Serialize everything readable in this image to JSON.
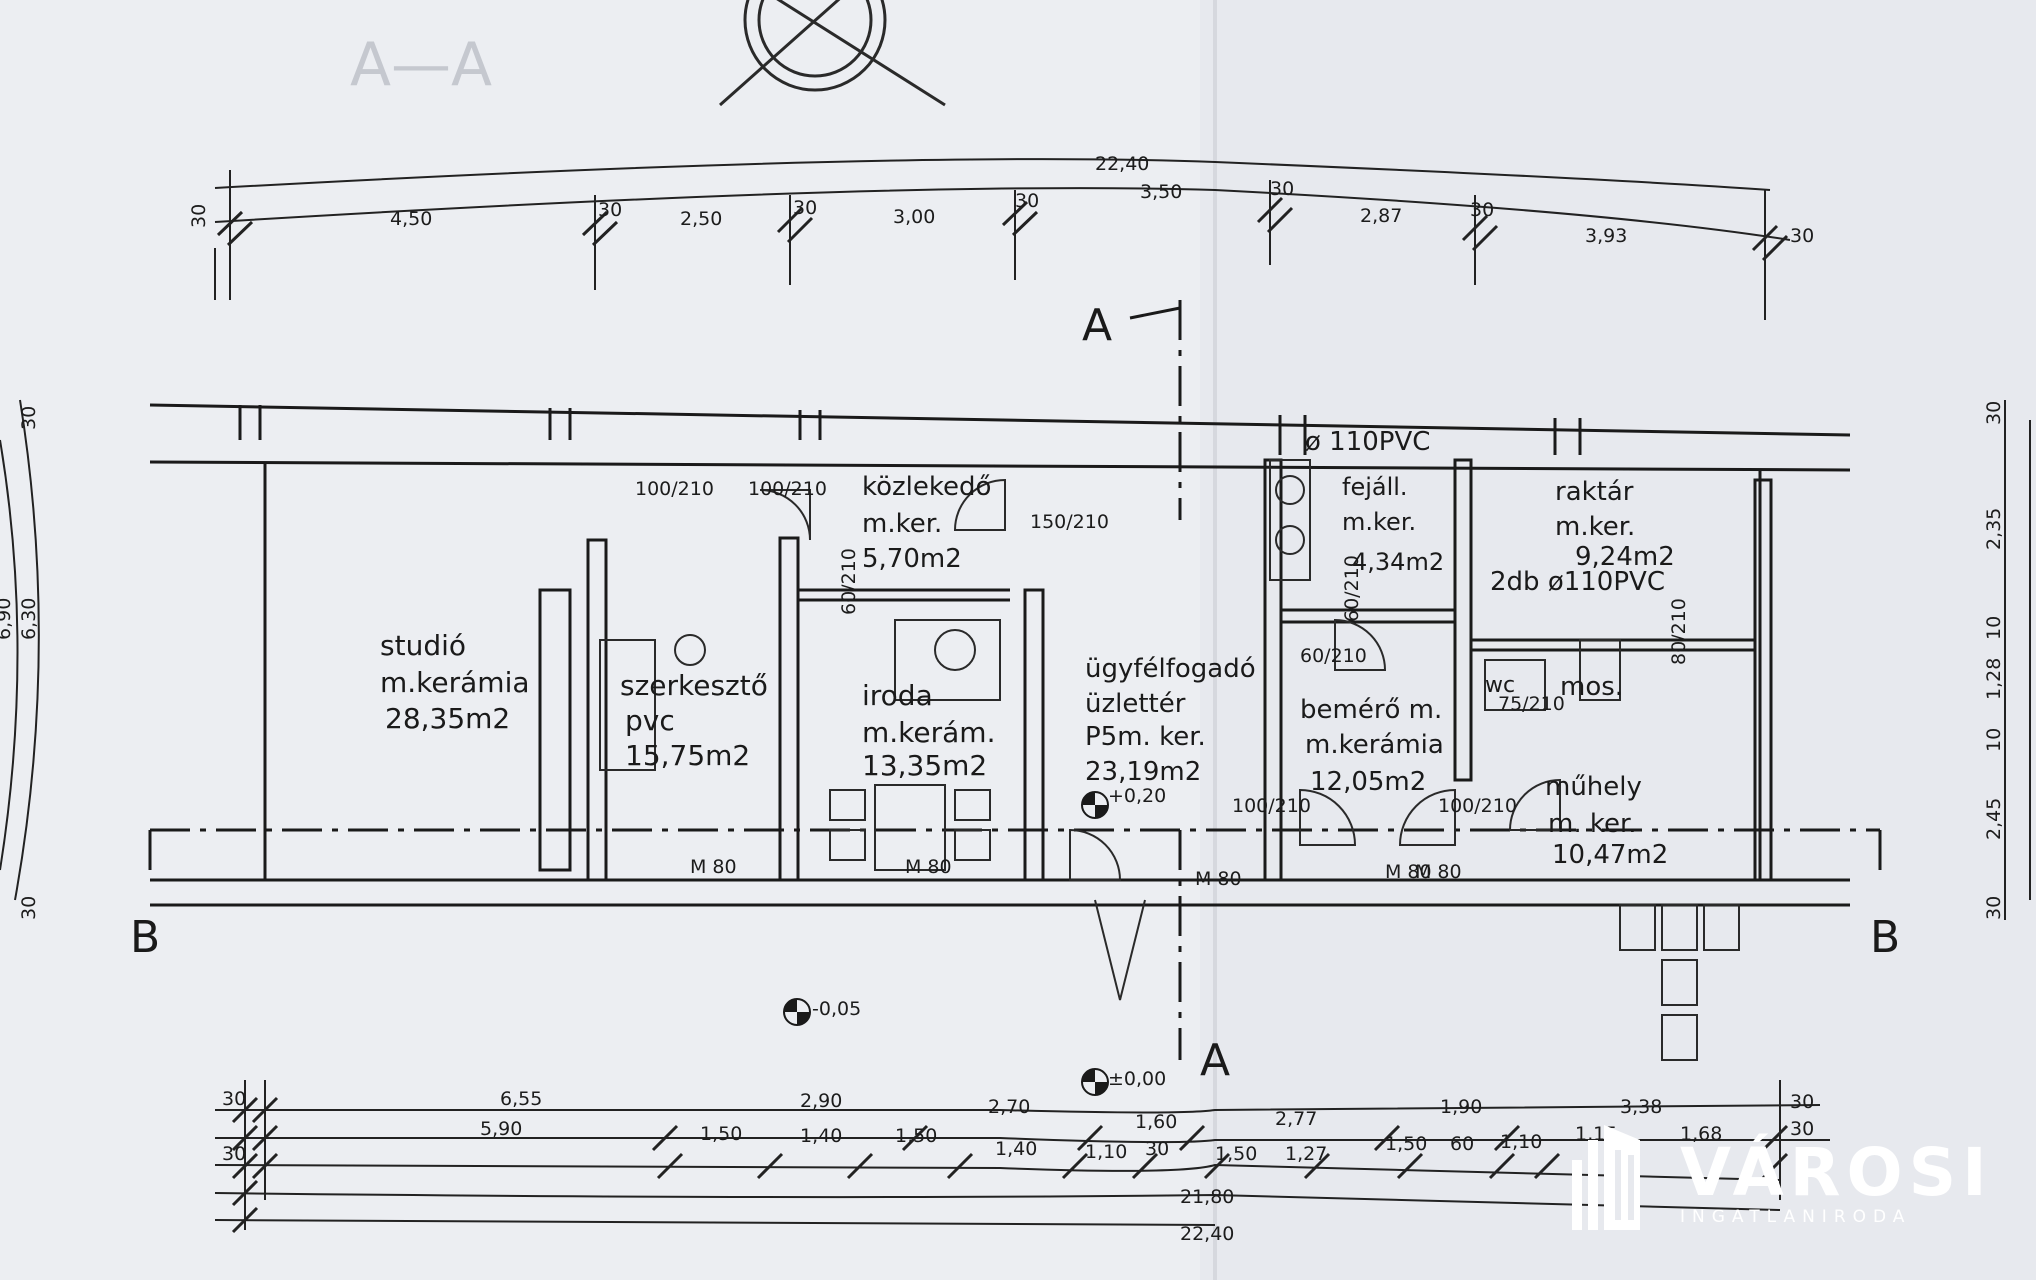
{
  "rooms": [
    {
      "id": "studio",
      "name": "studió",
      "finish": "m.kerámia",
      "area": "28,35m2"
    },
    {
      "id": "szerkeszto",
      "name": "szerkesztő",
      "finish": "pvc",
      "area": "15,75m2"
    },
    {
      "id": "kozlekedo",
      "name": "közlekedő",
      "finish": "m.ker.",
      "area": "5,70m2"
    },
    {
      "id": "iroda",
      "name": "iroda",
      "finish": "m.kerám.",
      "area": "13,35m2"
    },
    {
      "id": "ugyfelfogado",
      "name": "ügyfélfogadó",
      "extra": "üzlettér",
      "finish": "P5m. ker.",
      "area": "23,19m2"
    },
    {
      "id": "fejall",
      "name": "fejáll.",
      "finish": "m.ker.",
      "area": "4,34m2"
    },
    {
      "id": "raktar",
      "name": "raktár",
      "finish": "m.ker.",
      "area": "9,24m2"
    },
    {
      "id": "bemero",
      "name": "bemérő m.",
      "finish": "m.kerámia",
      "area": "12,05m2"
    },
    {
      "id": "wc",
      "name": "wc"
    },
    {
      "id": "mos",
      "name": "mos."
    },
    {
      "id": "muhely",
      "name": "műhely",
      "finish": "m. ker.",
      "area": "10,47m2"
    }
  ],
  "pipes": {
    "main": "ø 110PVC",
    "second": "2db ø110PVC"
  },
  "sections": {
    "a": "A",
    "b": "B",
    "header": "A—A"
  },
  "levels": {
    "entry": "+0,20",
    "outside": "-0,05",
    "step": "±0,00"
  },
  "dims_top": {
    "total": "22,40",
    "parts": [
      "30",
      "4,50",
      "30",
      "2,50",
      "30",
      "3,00",
      "30",
      "3,50",
      "30",
      "2,87",
      "30",
      "3,93",
      "30"
    ]
  },
  "dims_bottom": {
    "row1": [
      "30",
      "6,55",
      "2,90",
      "2,70",
      "1,60",
      "2,77",
      "1,90",
      "3,38",
      "30"
    ],
    "row2": [
      "30",
      "5,90",
      "1,50",
      "1,40",
      "1,50",
      "1,40",
      "1,10",
      "30",
      "1,50",
      "1,27",
      "1,50",
      "60",
      "1,10",
      "1,15",
      "1,68",
      "30"
    ],
    "total_inner": "21,80",
    "total": "22,40"
  },
  "dims_left": [
    "30",
    "6,30",
    "6,90",
    "30"
  ],
  "dims_right": [
    "30",
    "2,35",
    "10",
    "1,28",
    "10",
    "2,45",
    "30"
  ],
  "openings": [
    "100/210",
    "100/210",
    "150/210",
    "60/210",
    "60/210",
    "60/210",
    "75/210",
    "80/210",
    "100/210",
    "100/210",
    "M 80",
    "M 80",
    "M 80",
    "M 80",
    "M 80"
  ],
  "brand": {
    "name": "VÁROSI",
    "sub": "INGATLANIRODA"
  }
}
